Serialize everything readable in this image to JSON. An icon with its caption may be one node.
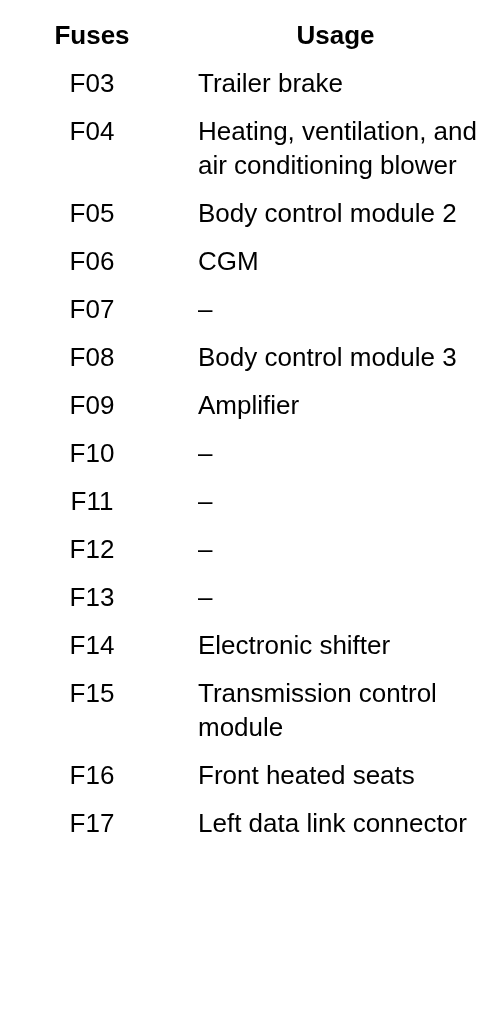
{
  "diagram": {
    "labels": [
      "Fuses",
      "Usage",
      "F03",
      "Trailer brake",
      "F04",
      "Heating, ventilation, and air conditioning blower",
      "F05",
      "Body control module 2",
      "F06",
      "CGM",
      "F07",
      "–",
      "F08",
      "Body control module 3",
      "F09",
      "Amplifier",
      "F10",
      "–",
      "F11",
      "–",
      "F12",
      "–",
      "F13",
      "–",
      "F14",
      "Electronic shifter",
      "F15",
      "Transmission control module",
      "F16",
      "Front heated seats",
      "F17",
      "Left data link connector"
    ]
  }
}
